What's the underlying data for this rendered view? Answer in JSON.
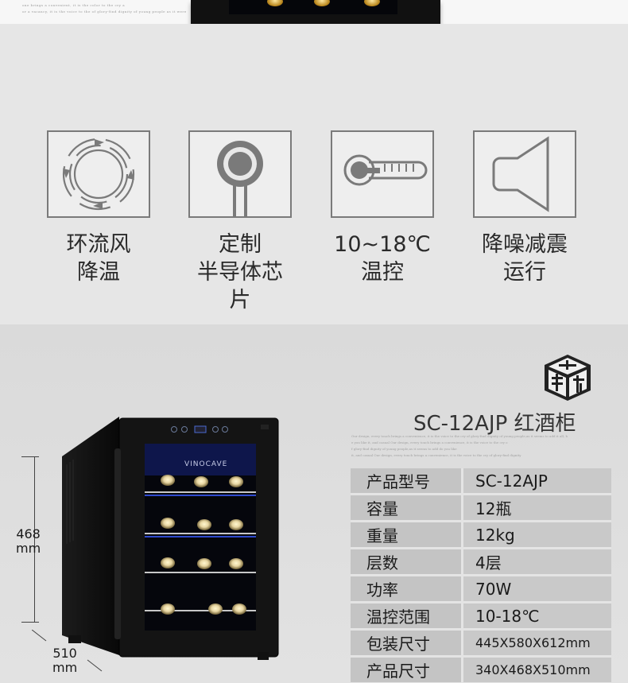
{
  "top_fragment": {
    "tiny_lines": [
      "one brings a convenient, it is the color to the cry a",
      "or a vacancy, it is the voice to the of glory-find dignity of young people as it were"
    ]
  },
  "features": [
    {
      "icon": "circular-airflow-icon",
      "line1": "环流风",
      "line2": "降温"
    },
    {
      "icon": "semiconductor-chip-icon",
      "line1": "定制",
      "line2": "半导体芯片"
    },
    {
      "icon": "thermometer-icon",
      "line1": "10~18℃",
      "line2": "温控"
    },
    {
      "icon": "speaker-mute-icon",
      "line1": "降噪减震",
      "line2": "运行"
    }
  ],
  "product": {
    "brand_on_glass": "VINOCAVE",
    "title": "SC-12AJP 红酒柜",
    "description_lines": [
      "Our design, every touch brings a convenience, it is the voice to the cry of glory-find dignity of young people,as it seems to add it all, b",
      "e you like it, and  casual  Our design, every touch brings a convenience, it is the voice to the cry o",
      "f glory-find dignity of young people,as it seems to add  do you like",
      "it, and  casual  Our design, every touch brings a convenience, it is the voice to the cry of glory-find dignity"
    ],
    "dimensions": {
      "height": "468",
      "depth": "510",
      "unit": "mm"
    }
  },
  "specs": [
    {
      "label": "产品型号",
      "value": "SC-12AJP"
    },
    {
      "label": "容量",
      "value": "12瓶"
    },
    {
      "label": "重量",
      "value": "12kg"
    },
    {
      "label": "层数",
      "value": "4层"
    },
    {
      "label": "功率",
      "value": "70W"
    },
    {
      "label": "温控范围",
      "value": "10-18℃"
    },
    {
      "label": "包装尺寸",
      "value": "445X580X612mm"
    },
    {
      "label": "产品尺寸",
      "value": "340X468X510mm"
    }
  ],
  "colors": {
    "icon_stroke": "#7a7a7a",
    "table_key_bg": "#c4c4c4",
    "table_value_bg": "#c9c9c9",
    "shelf_light": "#3a5cff"
  }
}
